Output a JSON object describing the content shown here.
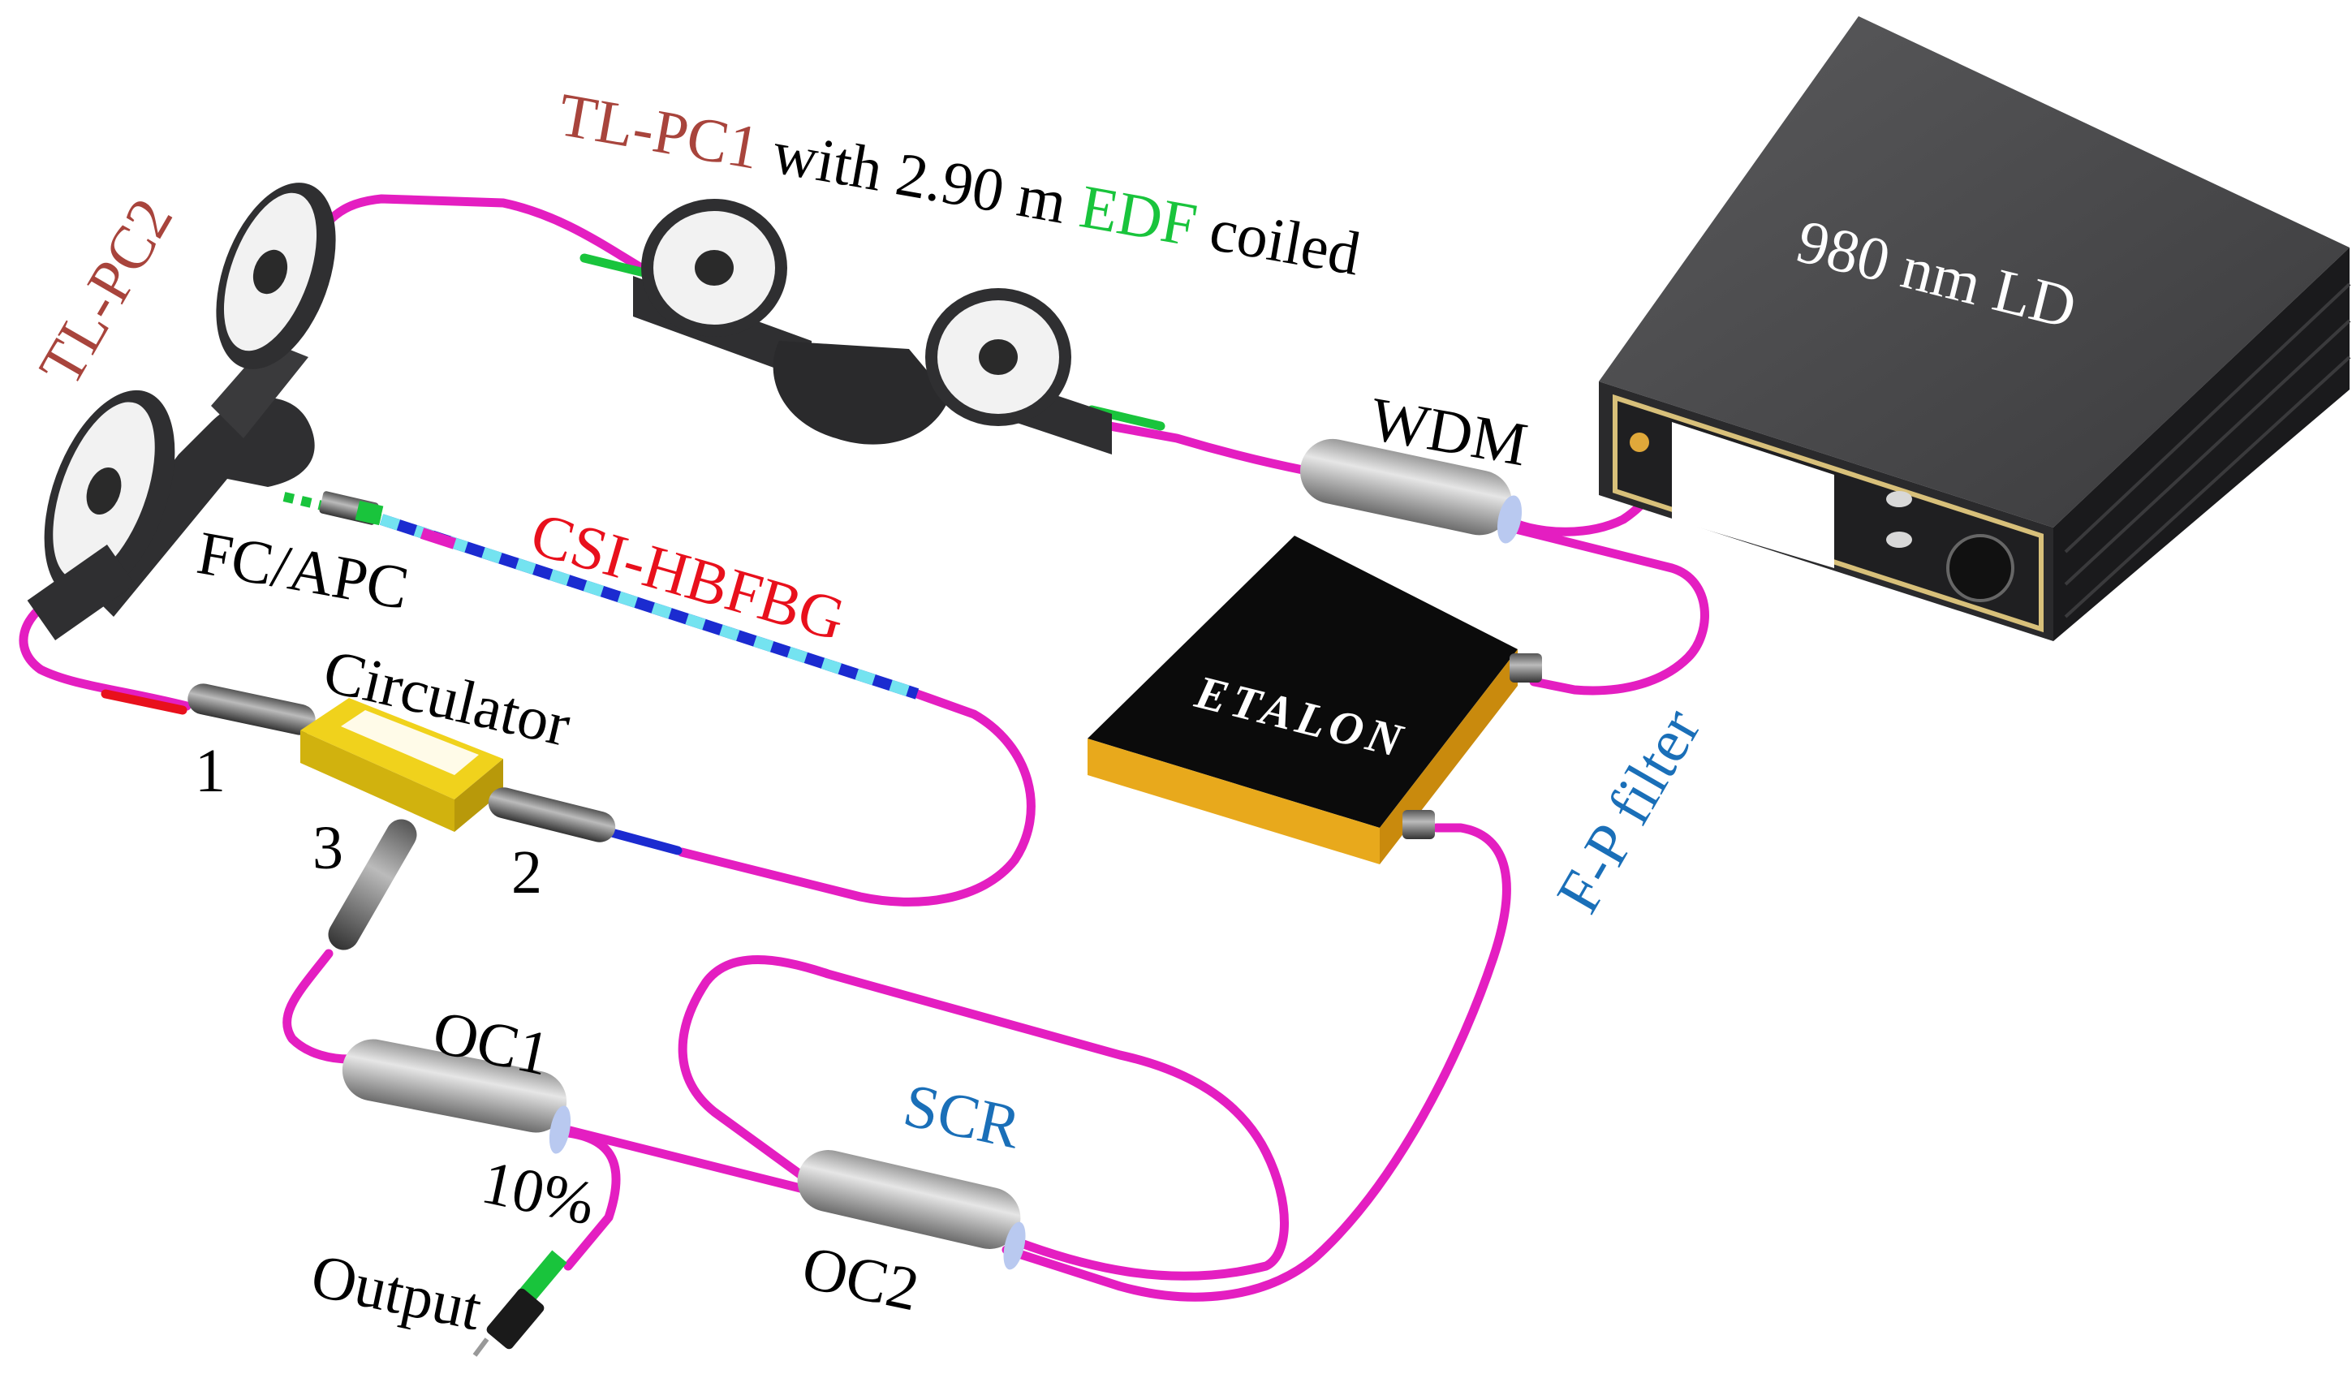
{
  "labels": {
    "tl_pc1": "TL-PC1",
    "with_length": " with 2.90 m ",
    "edf": "EDF",
    "coiled": " coiled",
    "tl_pc2": "TL-PC2",
    "ld": "980 nm LD",
    "wdm": "WDM",
    "fc_apc": "FC/APC",
    "csi_hbfbg": "CSI-HBFBG",
    "circulator": "Circulator",
    "port1": "1",
    "port2": "2",
    "port3": "3",
    "etalon": "ETALON",
    "fp_filter": "F-P filter",
    "oc1": "OC1",
    "ten_percent": "10%",
    "output": "Output",
    "scr": "SCR",
    "oc2": "OC2"
  },
  "colors": {
    "fiber": "#e41ec1",
    "edf": "#19c43c",
    "red_label": "#a8443c",
    "csi_red": "#e8101c",
    "blue_label": "#1a6fb8",
    "device_dark": "#3b3b3d",
    "circulator": "#f0d21c",
    "etalon_gold": "#e8a91c"
  }
}
